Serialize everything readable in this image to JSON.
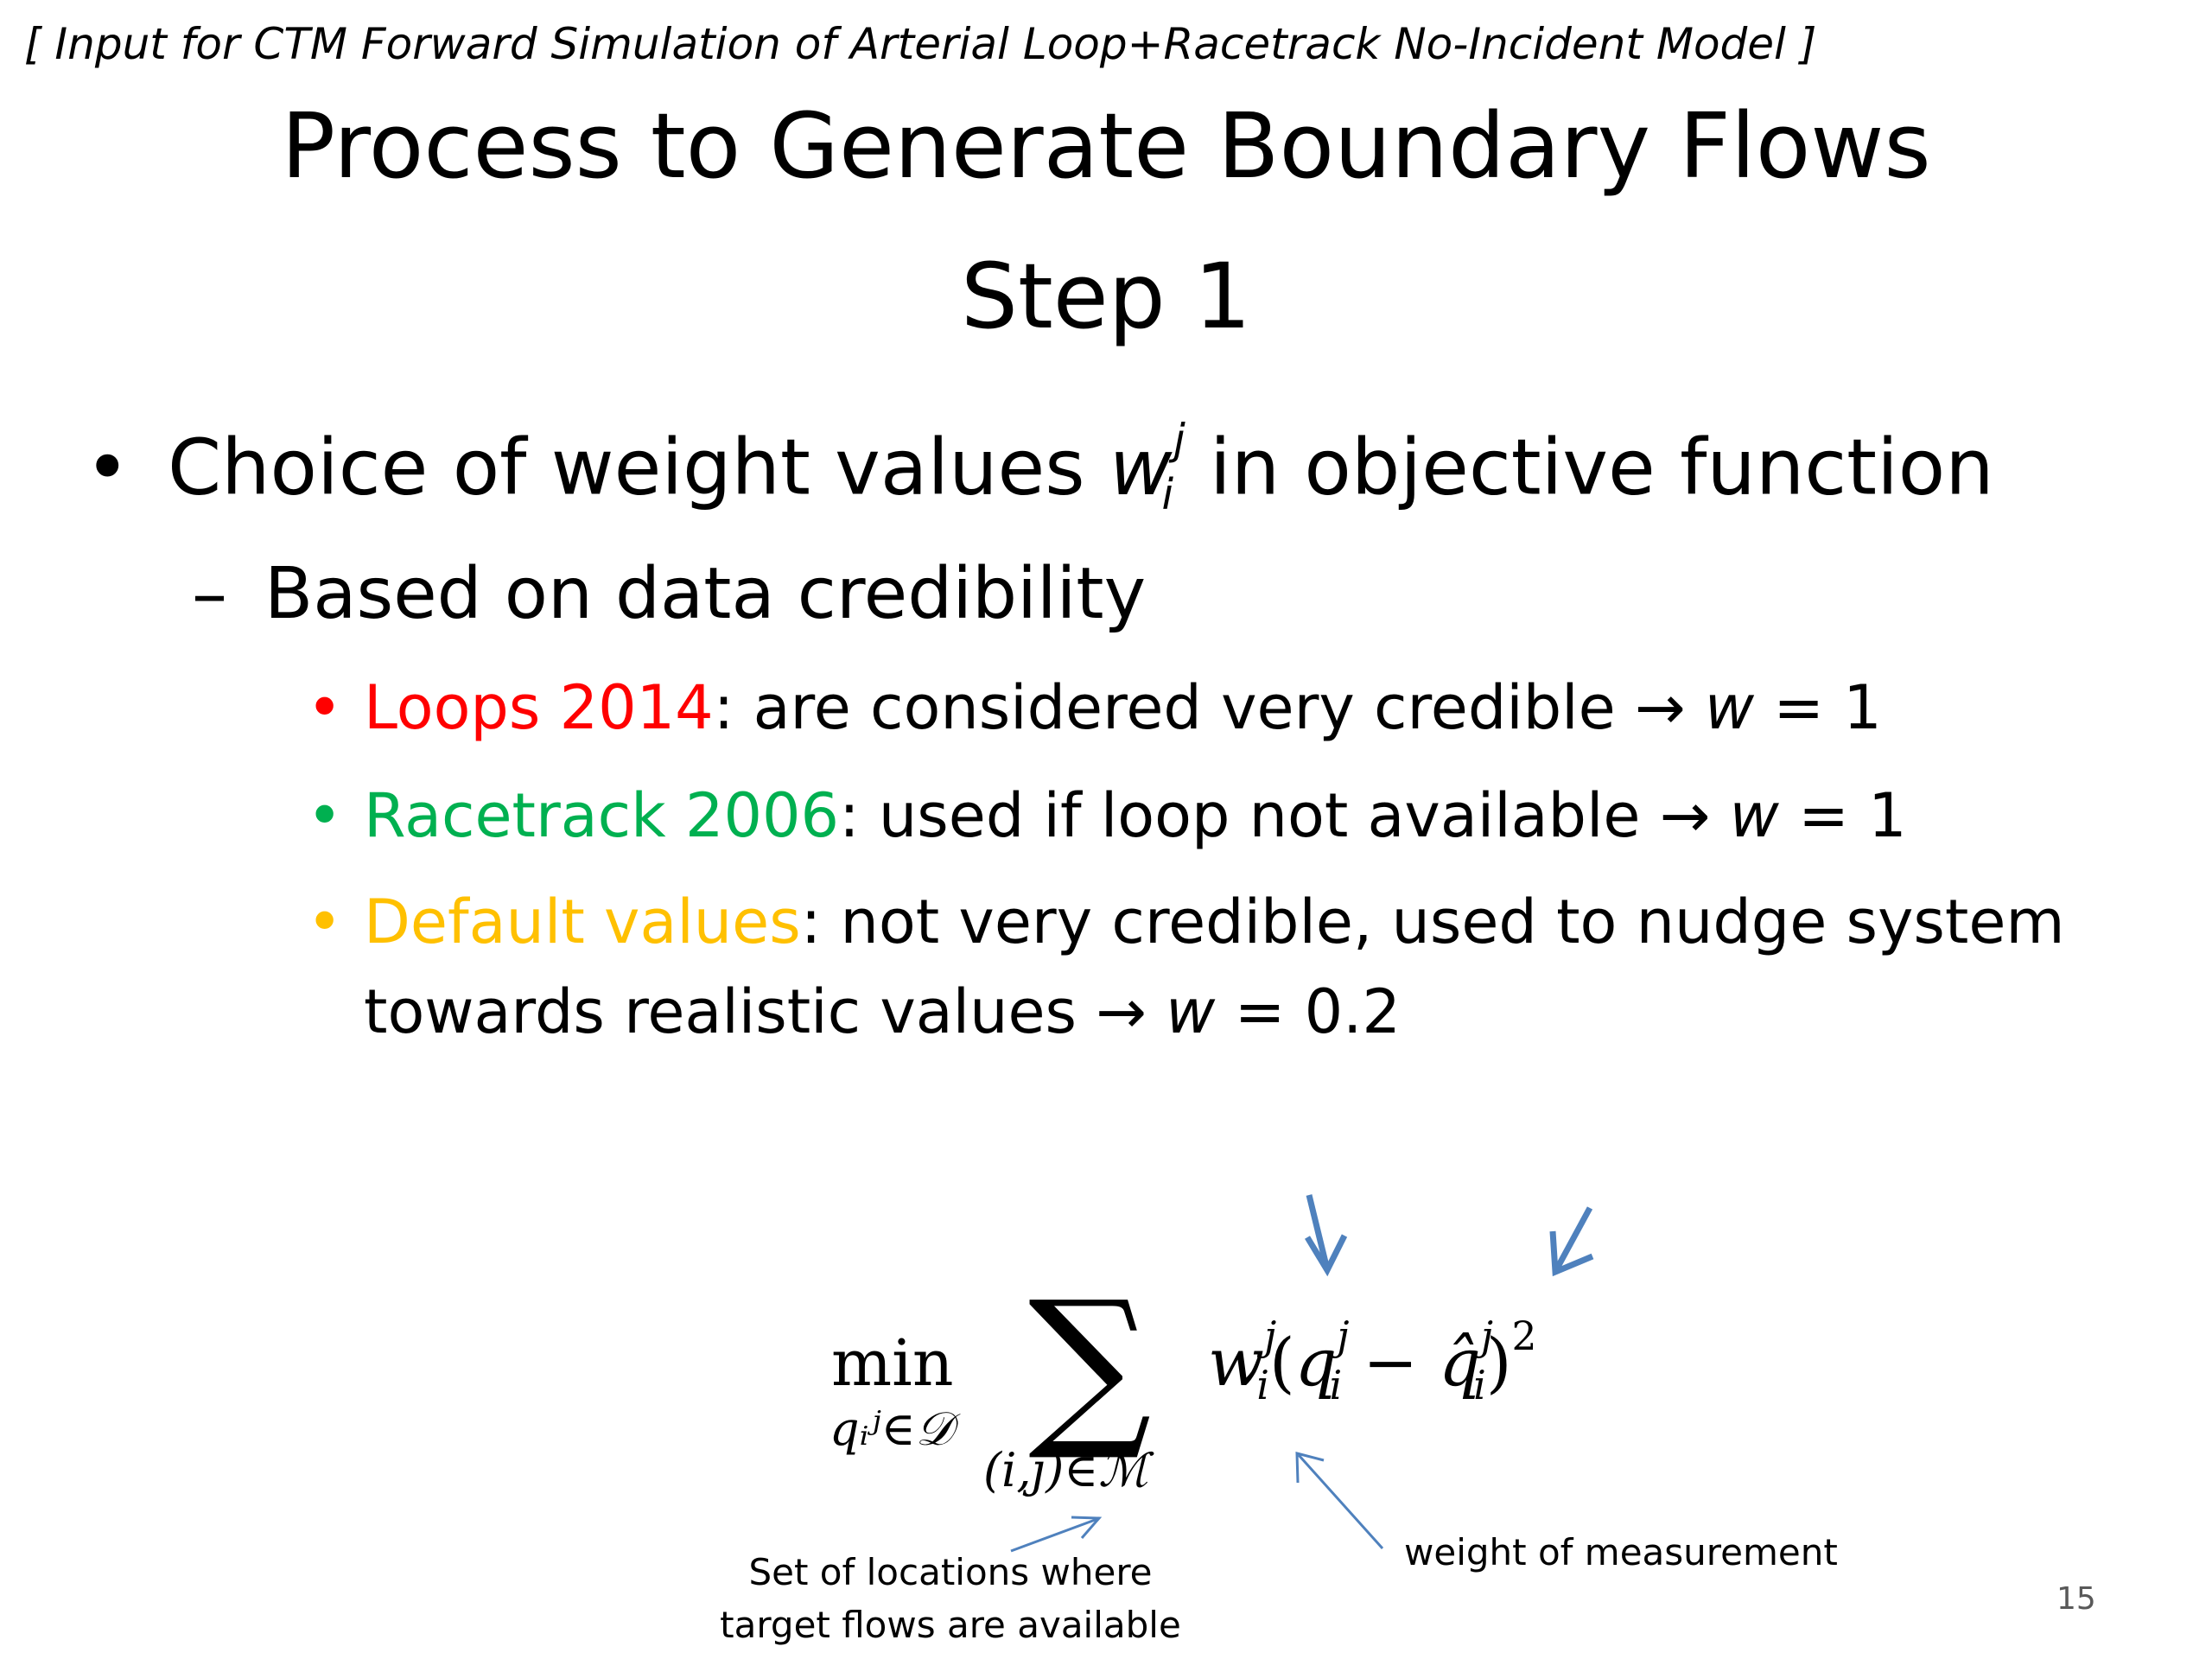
{
  "header_note": "[ Input for CTM Forward Simulation of Arterial Loop+Racetrack No-Incident Model ]",
  "title_line1": "Process to Generate Boundary Flows",
  "title_line2": "Step 1",
  "bullet1": {
    "marker": "•",
    "before": "Choice of weight values ",
    "symbol": "w",
    "symbol_sup": "j",
    "symbol_sub": "i",
    "after": " in objective function"
  },
  "sub1": {
    "marker": "–",
    "text": "Based on data credibility"
  },
  "items": [
    {
      "marker": "•",
      "label": "Loops 2014",
      "rest": ": are considered very credible ",
      "arrow": "→",
      "wvar": "w",
      "eq": " = 1"
    },
    {
      "marker": "•",
      "label": "Racetrack 2006",
      "rest": ": used if loop not available ",
      "arrow": "→",
      "wvar": "w",
      "eq": " = 1"
    },
    {
      "marker": "•",
      "label": "Default values",
      "rest": ": not very credible, used to nudge system",
      "line2": "towards realistic values ",
      "arrow": "→",
      "wvar": "w",
      "eq": " = 0.2"
    }
  ],
  "formula": {
    "min": "min",
    "min_sub": "qᵢʲ∈𝒟",
    "sum": "∑",
    "sum_sub": "(i,j)∈ℳ",
    "w": "w",
    "q": "q",
    "qhat": "q̂",
    "sup": "j",
    "sub": "i",
    "open": "(",
    "minus": " − ",
    "close": ")",
    "power": "2"
  },
  "annotations": {
    "locations": "Set of locations where target flows are available",
    "weight": "weight of measurement"
  },
  "page_number": "15",
  "colors": {
    "loops": "#ff0000",
    "racetrack": "#00b050",
    "default": "#ffc000",
    "arrow_blue": "#4f81bd",
    "page_number": "#595959"
  }
}
